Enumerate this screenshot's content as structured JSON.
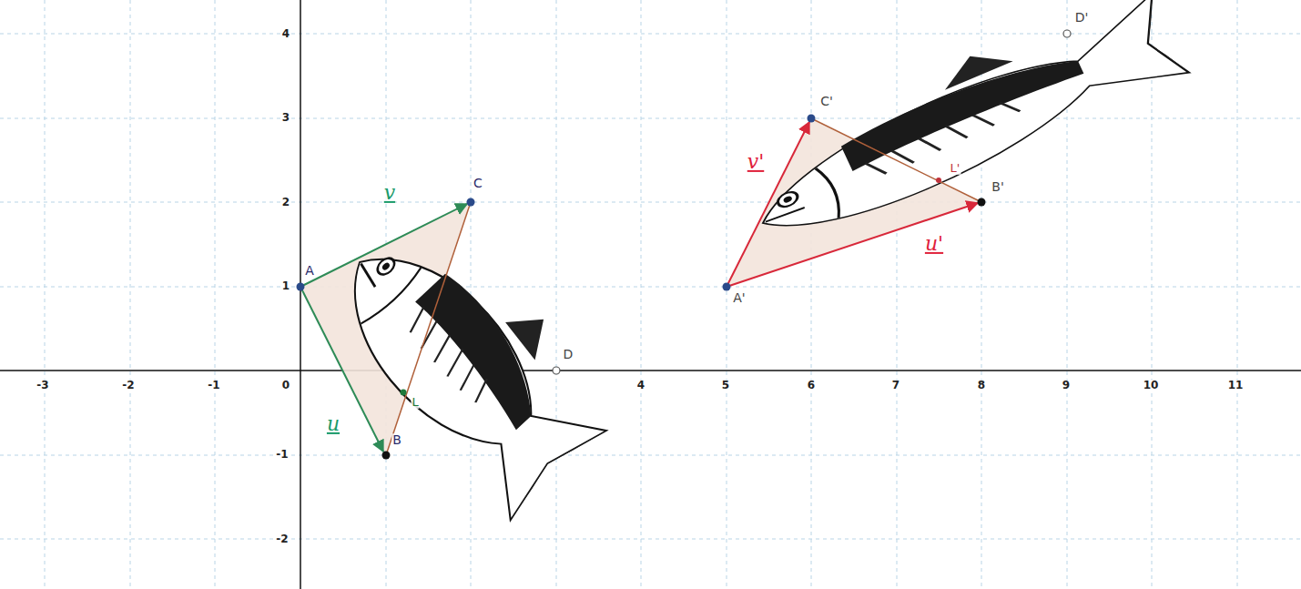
{
  "diagram": {
    "labels": [
      "-3",
      "-2",
      "-1",
      "0",
      "4",
      "5",
      "6",
      "7",
      "8",
      "9",
      "10",
      "11",
      "4",
      "3",
      "2",
      "1",
      "-1",
      "-2",
      "A",
      "B",
      "C",
      "D",
      "L",
      "C'",
      "B'",
      "A'",
      "D'",
      "L'",
      "v",
      "u",
      "v'",
      "u'"
    ]
  }
}
